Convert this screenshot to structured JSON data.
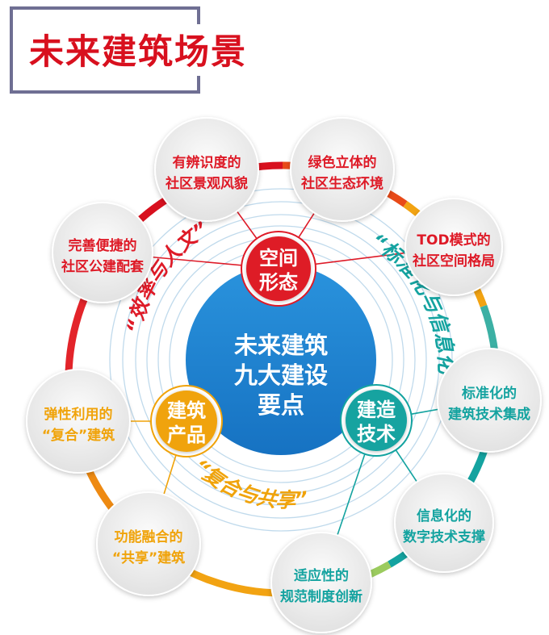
{
  "title": "未来建筑场景",
  "center": {
    "lines": [
      "未来建筑",
      "九大建设",
      "要点"
    ]
  },
  "pillars": [
    {
      "id": "space",
      "lines": [
        "空间",
        "形态"
      ],
      "color": "#de1a27"
    },
    {
      "id": "product",
      "lines": [
        "建筑",
        "产品"
      ],
      "color": "#f0a30a"
    },
    {
      "id": "tech",
      "lines": [
        "建造",
        "技术"
      ],
      "color": "#14a3a0"
    }
  ],
  "themes": [
    {
      "id": "efficiency",
      "text": "“效率与人文”",
      "color": "#de1a27"
    },
    {
      "id": "standardization",
      "text": "“标准化与信息化”",
      "color": "#14a3a0"
    },
    {
      "id": "sharing",
      "text": "“复合与共享”",
      "color": "#f0a30a"
    }
  ],
  "nodes": [
    {
      "id": "landscape",
      "lines": [
        "有辨识度的",
        "社区景观风貌"
      ],
      "color": "#de1a27"
    },
    {
      "id": "green",
      "lines": [
        "绿色立体的",
        "社区生态环境"
      ],
      "color": "#de1a27"
    },
    {
      "id": "tod",
      "lines": [
        "TOD模式的",
        "社区空间格局"
      ],
      "color": "#de1a27"
    },
    {
      "id": "facilities",
      "lines": [
        "完善便捷的",
        "社区公建配套"
      ],
      "color": "#de1a27"
    },
    {
      "id": "standard-integration",
      "lines": [
        "标准化的",
        "建筑技术集成"
      ],
      "color": "#14a3a0"
    },
    {
      "id": "digital",
      "lines": [
        "信息化的",
        "数字技术支撑"
      ],
      "color": "#14a3a0"
    },
    {
      "id": "regulation",
      "lines": [
        "适应性的",
        "规范制度创新"
      ],
      "color": "#14a3a0"
    },
    {
      "id": "elastic",
      "lines": [
        "弹性利用的",
        "“复合”建筑"
      ],
      "color": "#f0a30a"
    },
    {
      "id": "fusion",
      "lines": [
        "功能融合的",
        "“共享”建筑"
      ],
      "color": "#f0a30a"
    }
  ]
}
